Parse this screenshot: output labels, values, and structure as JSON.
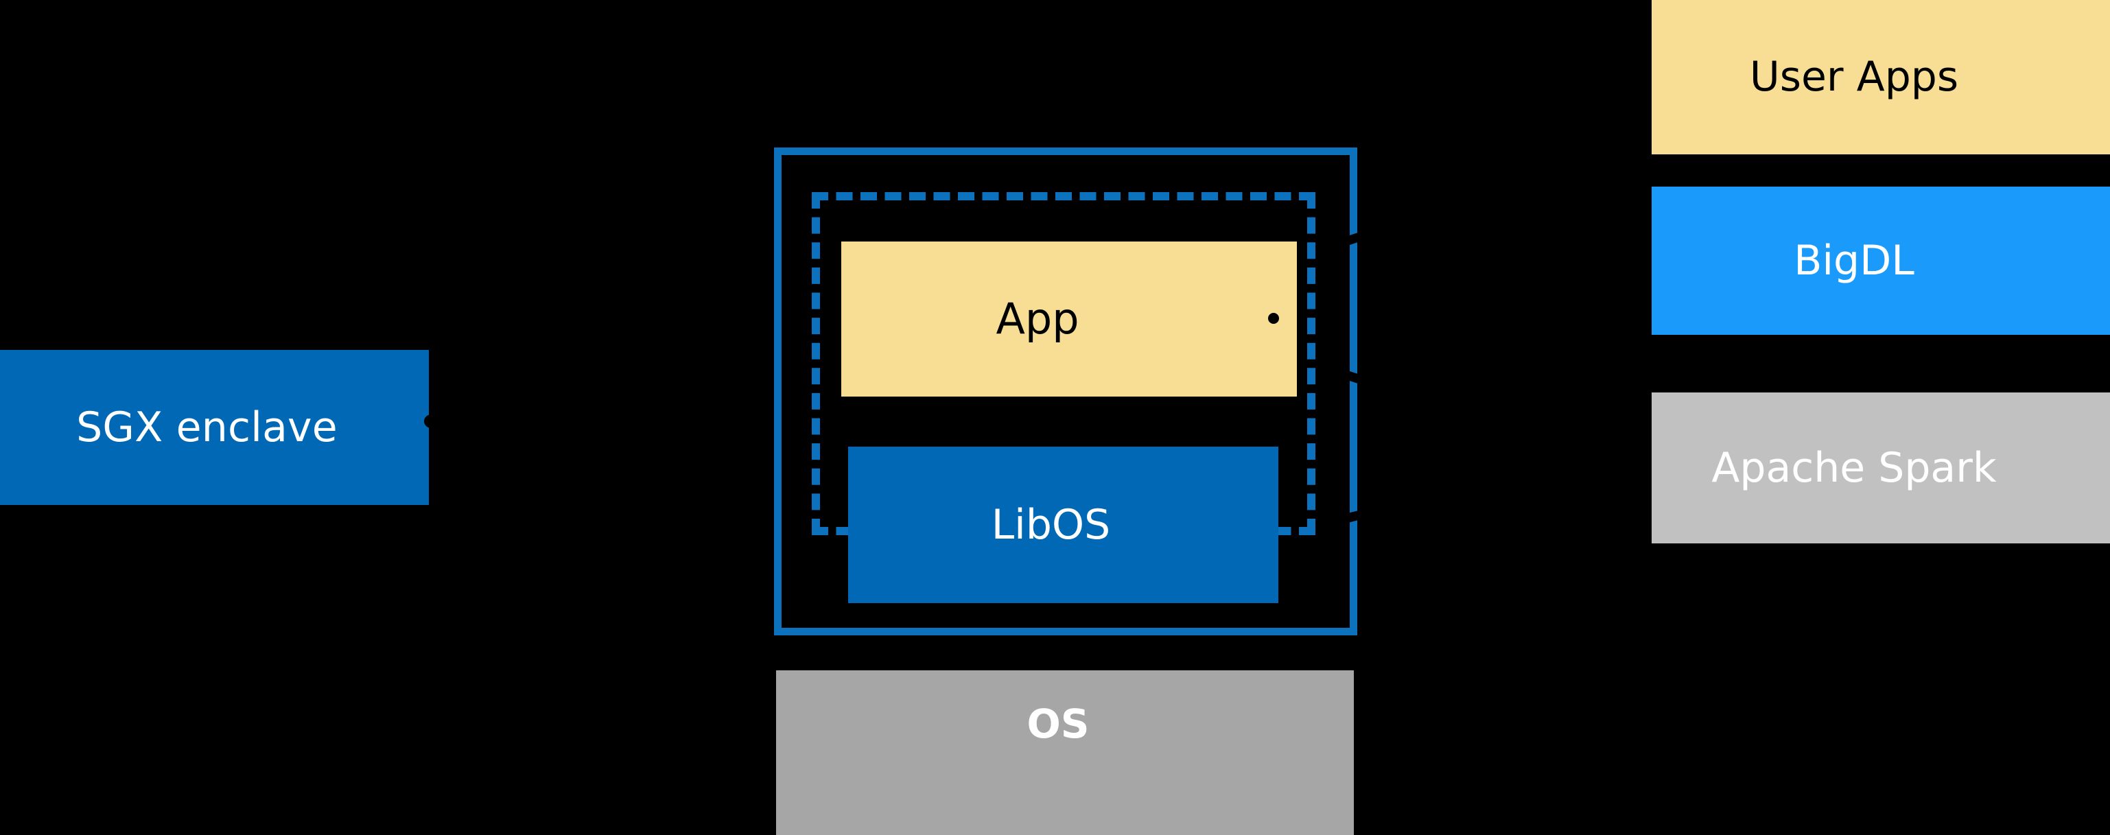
{
  "diagram": {
    "background_color": "#000000",
    "palette": {
      "enclave_blue": "#0068B5",
      "frame_blue": "#0c72bd",
      "app_yellow": "#F8DE94",
      "bigdl_blue": "#1A9BFC",
      "spark_gray": "#C1C1C1",
      "os_gray": "#A6A6A6",
      "text_light": "#ffffff",
      "text_dark": "#000000"
    },
    "left": {
      "sgx_enclave": {
        "label": "SGX enclave",
        "fill": "#0068B5",
        "text_color": "#ffffff"
      }
    },
    "center": {
      "enclave_frame": {
        "border_style": "solid",
        "border_color": "#0c72bd"
      },
      "inner_frame": {
        "border_style": "dashed",
        "border_color": "#0c72bd"
      },
      "app": {
        "label": "App",
        "fill": "#F8DE94",
        "text_color": "#000000"
      },
      "libos": {
        "label": "LibOS",
        "fill": "#0068B5",
        "text_color": "#ffffff"
      },
      "os": {
        "label": "OS",
        "fill": "#A6A6A6",
        "text_color": "#ffffff"
      }
    },
    "right_stack": {
      "items": [
        {
          "label": "User Apps",
          "fill": "#F8DE94",
          "text_color": "#000000"
        },
        {
          "label": "BigDL",
          "fill": "#1A9BFC",
          "text_color": "#ffffff"
        },
        {
          "label": "Apache Spark",
          "fill": "#C1C1C1",
          "text_color": "#ffffff"
        }
      ]
    }
  }
}
